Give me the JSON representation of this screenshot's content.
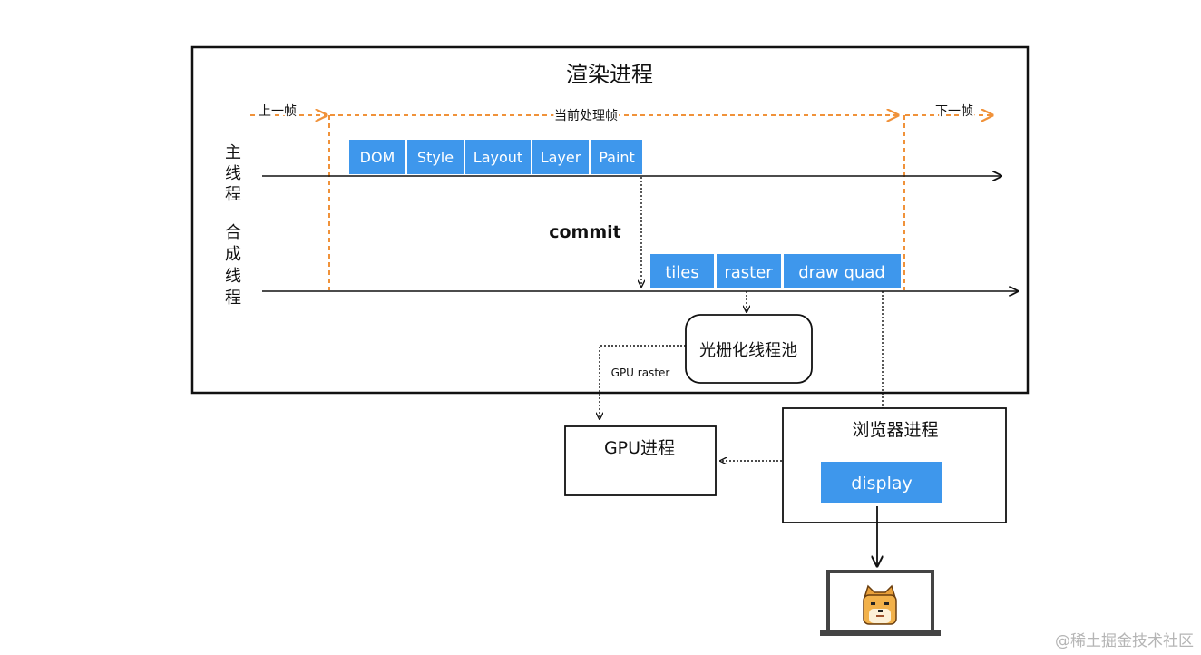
{
  "renderer": {
    "title": "渲染进程",
    "prev_frame": "上一帧",
    "current_frame": "当前处理帧",
    "next_frame": "下一帧"
  },
  "main_thread": {
    "label_chars": [
      "主",
      "线",
      "程"
    ],
    "stages": [
      "DOM",
      "Style",
      "Layout",
      "Layer",
      "Paint"
    ]
  },
  "commit_label": "commit",
  "compositor_thread": {
    "label_chars": [
      "合",
      "成",
      "线",
      "程"
    ],
    "stages": [
      "tiles",
      "raster",
      "draw quad"
    ]
  },
  "raster_pool": {
    "label": "光栅化线程池"
  },
  "gpu_raster_label": "GPU raster",
  "gpu_process": {
    "label": "GPU进程"
  },
  "browser_process": {
    "label": "浏览器进程",
    "display_label": "display"
  },
  "watermark": "@稀土掘金技术社区",
  "colors": {
    "stage_fill": "#3e97ec",
    "frame_marker": "#f0923a",
    "line": "#111111"
  }
}
